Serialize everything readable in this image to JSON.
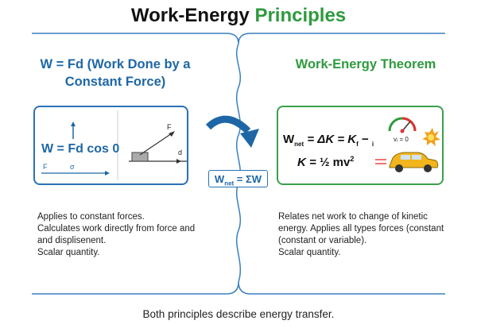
{
  "title": {
    "part1": "Work-Energy",
    "part2": "Principles"
  },
  "left": {
    "subtitle": "W = Fd (Work Done by a Constant Force)",
    "formula": "W = Fd cos 0",
    "vector_labels": {
      "force": "F",
      "displacement": "σ"
    },
    "diagram_labels": {
      "force": "F",
      "displacement": "d"
    },
    "description": [
      "Applies to constant forces.",
      "Calculates work directly from force and",
      "and displisenent.",
      "Scalar quantity."
    ]
  },
  "center": {
    "formula_main": "W",
    "formula_sub": "net",
    "formula_rest": " = ΣW"
  },
  "right": {
    "subtitle": "Work-Energy Theorem",
    "formula1": {
      "w": "W",
      "net": "net",
      "mid": " = ΔK = K",
      "f": "f",
      "end": " − ",
      "i": "i"
    },
    "formula2": {
      "k": "K = ",
      "half": "½",
      "mv": " mv",
      "exp": "2"
    },
    "speedometer_label": "vᵢ = 0",
    "description": [
      "Relates net work to change of kinetic",
      "energy. Applies all types forces (constant",
      "(constant or variable).",
      "Scalar quantity."
    ]
  },
  "caption": "Both principles describe energy transfer.",
  "colors": {
    "blue": "#1e67a6",
    "green": "#2e9a3e"
  }
}
